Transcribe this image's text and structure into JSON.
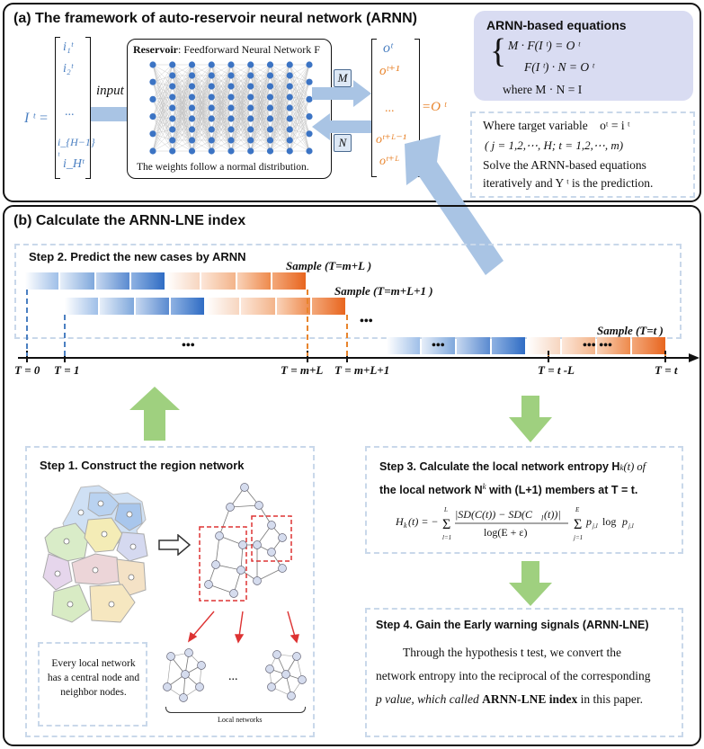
{
  "panel_a": {
    "title": "(a) The framework of auto-reservoir neural network (ARNN)",
    "input_vector": {
      "lhs": "I ᵗ =",
      "items": [
        "i₁ᵗ",
        "i₂ᵗ",
        "...",
        "i_{H−1}ᵗ",
        "i_Hᵗ"
      ]
    },
    "input_label": "input",
    "reservoir_bold": "Reservoir",
    "reservoir_rest": ": Feedforward Neural Network F",
    "reservoir_note": "The weights follow a normal distribution.",
    "matrix_m": "M",
    "matrix_n": "N",
    "output_items": [
      "oᵗ",
      "oᵗ⁺¹",
      "...",
      "oᵗ⁺ᴸ⁻¹",
      "oᵗ⁺ᴸ"
    ],
    "output_rhs": "=O ᵗ",
    "equations_title": "ARNN-based equations",
    "eq1": "M · F(I ᵗ) = O ᵗ",
    "eq2": "F(I ᵗ) · N = O ᵗ",
    "eq3": "where M · N = I",
    "target_line1": "Where target variable    oᵗ = i ᵗ",
    "target_line2": "( j = 1,2,⋯, H;  t = 1,2,⋯, m)",
    "target_line3": "Solve the ARNN-based equations",
    "target_line4": "iteratively and Y ᵗ is the prediction."
  },
  "panel_b": {
    "title": "(b) Calculate the ARNN-LNE index",
    "step2": "Step 2. Predict the new cases by ARNN",
    "sample1": "Sample (T=m+L )",
    "sample2": "Sample (T=m+L+1 )",
    "sample3": "Sample (T=t )",
    "ellipsis": "•••",
    "ellipsis2": "••• •••",
    "ticks": [
      "T = 0",
      "T = 1",
      "T = m+L",
      "T = m+L+1",
      "T = t -L",
      "T = t"
    ],
    "step1": "Step 1. Construct the region network",
    "local_note": "Every local network has a central node and neighbor nodes.",
    "local_networks": "Local networks",
    "step3_line1": "Step 3. Calculate the local network entropy H",
    "step3_line1b": "(t) of",
    "step3_line2": "the local network N",
    "step3_line2b": " with (L+1) members at T = t.",
    "step3_formula": "H_k(t) = −Σ |SD(C(t)) − SD(C_l(t))| / log(E+ε) · Σ p_{j,l} log p_{j,l}",
    "step4": "Step 4. Gain the Early warning signals (ARNN-LNE)",
    "step4_text1": "Through the hypothesis t test, we convert the",
    "step4_text2": "network entropy into the reciprocal of the corresponding",
    "step4_text3a": "p value, which called ",
    "step4_text3b": "ARNN-LNE index",
    "step4_text3c": " in this paper."
  },
  "colors": {
    "blue": "#4a7fc1",
    "orange": "#e8842c",
    "arrow": "#a9c4e4",
    "green_arrow": "#9fd07f",
    "dash": "#c9d8ea"
  }
}
